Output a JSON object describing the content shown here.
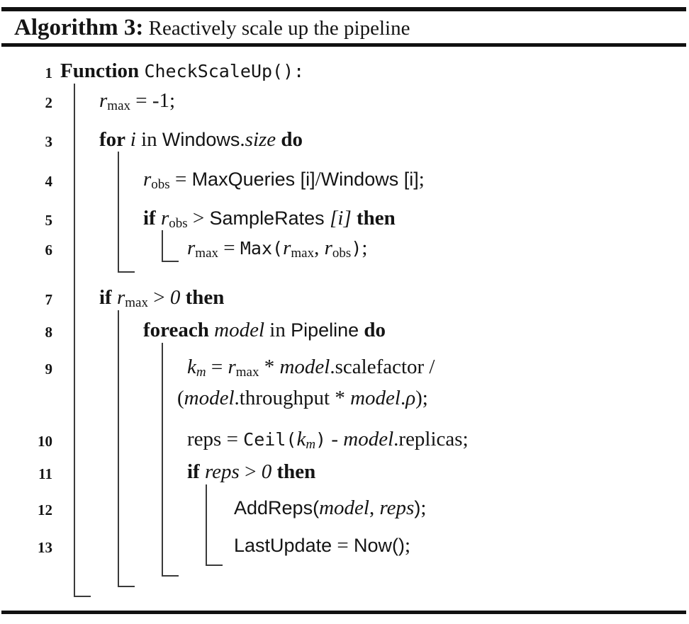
{
  "caption": {
    "label": "Algorithm 3:",
    "title": " Reactively scale up the pipeline"
  },
  "colors": {
    "ink": "#141414",
    "rule": "#111111",
    "scope_line": "#3a3a3a",
    "background": "#ffffff"
  },
  "algorithm": {
    "lines": [
      {
        "num": "1",
        "segments": [
          {
            "t": "Function ",
            "s": "kw"
          },
          {
            "t": "CheckScaleUp():",
            "s": "tt"
          }
        ]
      },
      {
        "num": "2",
        "segments": [
          {
            "t": "r",
            "s": "it"
          },
          {
            "t": "max",
            "s": "sub"
          },
          {
            "t": " = -1;",
            "s": "rm"
          }
        ]
      },
      {
        "num": "3",
        "segments": [
          {
            "t": "for ",
            "s": "kw"
          },
          {
            "t": "i",
            "s": "it"
          },
          {
            "t": " in ",
            "s": "rm"
          },
          {
            "t": "Windows",
            "s": "sf"
          },
          {
            "t": ".",
            "s": "rm"
          },
          {
            "t": "size",
            "s": "it"
          },
          {
            "t": " ",
            "s": "rm"
          },
          {
            "t": "do",
            "s": "kw"
          }
        ]
      },
      {
        "num": "4",
        "segments": [
          {
            "t": "r",
            "s": "it"
          },
          {
            "t": "obs",
            "s": "sub"
          },
          {
            "t": " = ",
            "s": "rm"
          },
          {
            "t": "MaxQueries [i]",
            "s": "sf"
          },
          {
            "t": "/",
            "s": "rm"
          },
          {
            "t": "Windows [i]",
            "s": "sf"
          },
          {
            "t": ";",
            "s": "rm"
          }
        ]
      },
      {
        "num": "5",
        "segments": [
          {
            "t": "if ",
            "s": "kw"
          },
          {
            "t": "r",
            "s": "it"
          },
          {
            "t": "obs",
            "s": "sub"
          },
          {
            "t": " > ",
            "s": "rm"
          },
          {
            "t": "SampleRates ",
            "s": "sf"
          },
          {
            "t": "[i]",
            "s": "it"
          },
          {
            "t": " ",
            "s": "rm"
          },
          {
            "t": "then",
            "s": "kw"
          }
        ]
      },
      {
        "num": "6",
        "segments": [
          {
            "t": "r",
            "s": "it"
          },
          {
            "t": "max",
            "s": "sub"
          },
          {
            "t": " = ",
            "s": "rm"
          },
          {
            "t": "Max(",
            "s": "tt"
          },
          {
            "t": "r",
            "s": "it"
          },
          {
            "t": "max",
            "s": "sub"
          },
          {
            "t": ", ",
            "s": "rm"
          },
          {
            "t": "r",
            "s": "it"
          },
          {
            "t": "obs",
            "s": "sub"
          },
          {
            "t": ")",
            "s": "tt"
          },
          {
            "t": ";",
            "s": "rm"
          }
        ]
      },
      {
        "num": "7",
        "segments": [
          {
            "t": "if ",
            "s": "kw"
          },
          {
            "t": "r",
            "s": "it"
          },
          {
            "t": "max",
            "s": "sub"
          },
          {
            "t": " > ",
            "s": "rm"
          },
          {
            "t": "0",
            "s": "it"
          },
          {
            "t": " ",
            "s": "rm"
          },
          {
            "t": "then",
            "s": "kw"
          }
        ]
      },
      {
        "num": "8",
        "segments": [
          {
            "t": "foreach ",
            "s": "kw"
          },
          {
            "t": "model",
            "s": "it"
          },
          {
            "t": " in ",
            "s": "rm"
          },
          {
            "t": "Pipeline",
            "s": "sf"
          },
          {
            "t": " ",
            "s": "rm"
          },
          {
            "t": "do",
            "s": "kw"
          }
        ]
      },
      {
        "num": "9",
        "segments": [
          {
            "t": "k",
            "s": "it"
          },
          {
            "t": "m",
            "s": "bsub"
          },
          {
            "t": " = ",
            "s": "rm"
          },
          {
            "t": "r",
            "s": "it"
          },
          {
            "t": "max",
            "s": "sub"
          },
          {
            "t": " * ",
            "s": "rm"
          },
          {
            "t": "model",
            "s": "it"
          },
          {
            "t": ".scalefactor /",
            "s": "rm"
          }
        ]
      },
      {
        "num": "",
        "segments": [
          {
            "t": "(",
            "s": "rm"
          },
          {
            "t": "model",
            "s": "it"
          },
          {
            "t": ".throughput * ",
            "s": "rm"
          },
          {
            "t": "model",
            "s": "it"
          },
          {
            "t": ".",
            "s": "rm"
          },
          {
            "t": "ρ",
            "s": "it"
          },
          {
            "t": ");",
            "s": "rm"
          }
        ]
      },
      {
        "num": "10",
        "segments": [
          {
            "t": "reps = ",
            "s": "rm"
          },
          {
            "t": "Ceil(",
            "s": "tt"
          },
          {
            "t": "k",
            "s": "it"
          },
          {
            "t": "m",
            "s": "bsub"
          },
          {
            "t": ")",
            "s": "tt"
          },
          {
            "t": " - ",
            "s": "rm"
          },
          {
            "t": "model",
            "s": "it"
          },
          {
            "t": ".replicas;",
            "s": "rm"
          }
        ]
      },
      {
        "num": "11",
        "segments": [
          {
            "t": "if ",
            "s": "kw"
          },
          {
            "t": "reps",
            "s": "it"
          },
          {
            "t": " > ",
            "s": "rm"
          },
          {
            "t": "0",
            "s": "it"
          },
          {
            "t": " ",
            "s": "rm"
          },
          {
            "t": "then",
            "s": "kw"
          }
        ]
      },
      {
        "num": "12",
        "segments": [
          {
            "t": "AddReps(",
            "s": "sf"
          },
          {
            "t": "model",
            "s": "it"
          },
          {
            "t": ", ",
            "s": "rm"
          },
          {
            "t": "reps",
            "s": "it"
          },
          {
            "t": ")",
            "s": "sf"
          },
          {
            "t": ";",
            "s": "rm"
          }
        ]
      },
      {
        "num": "13",
        "segments": [
          {
            "t": "LastUpdate",
            "s": "sf"
          },
          {
            "t": " = ",
            "s": "rm"
          },
          {
            "t": "Now()",
            "s": "sf"
          },
          {
            "t": ";",
            "s": "rm"
          }
        ]
      }
    ]
  }
}
